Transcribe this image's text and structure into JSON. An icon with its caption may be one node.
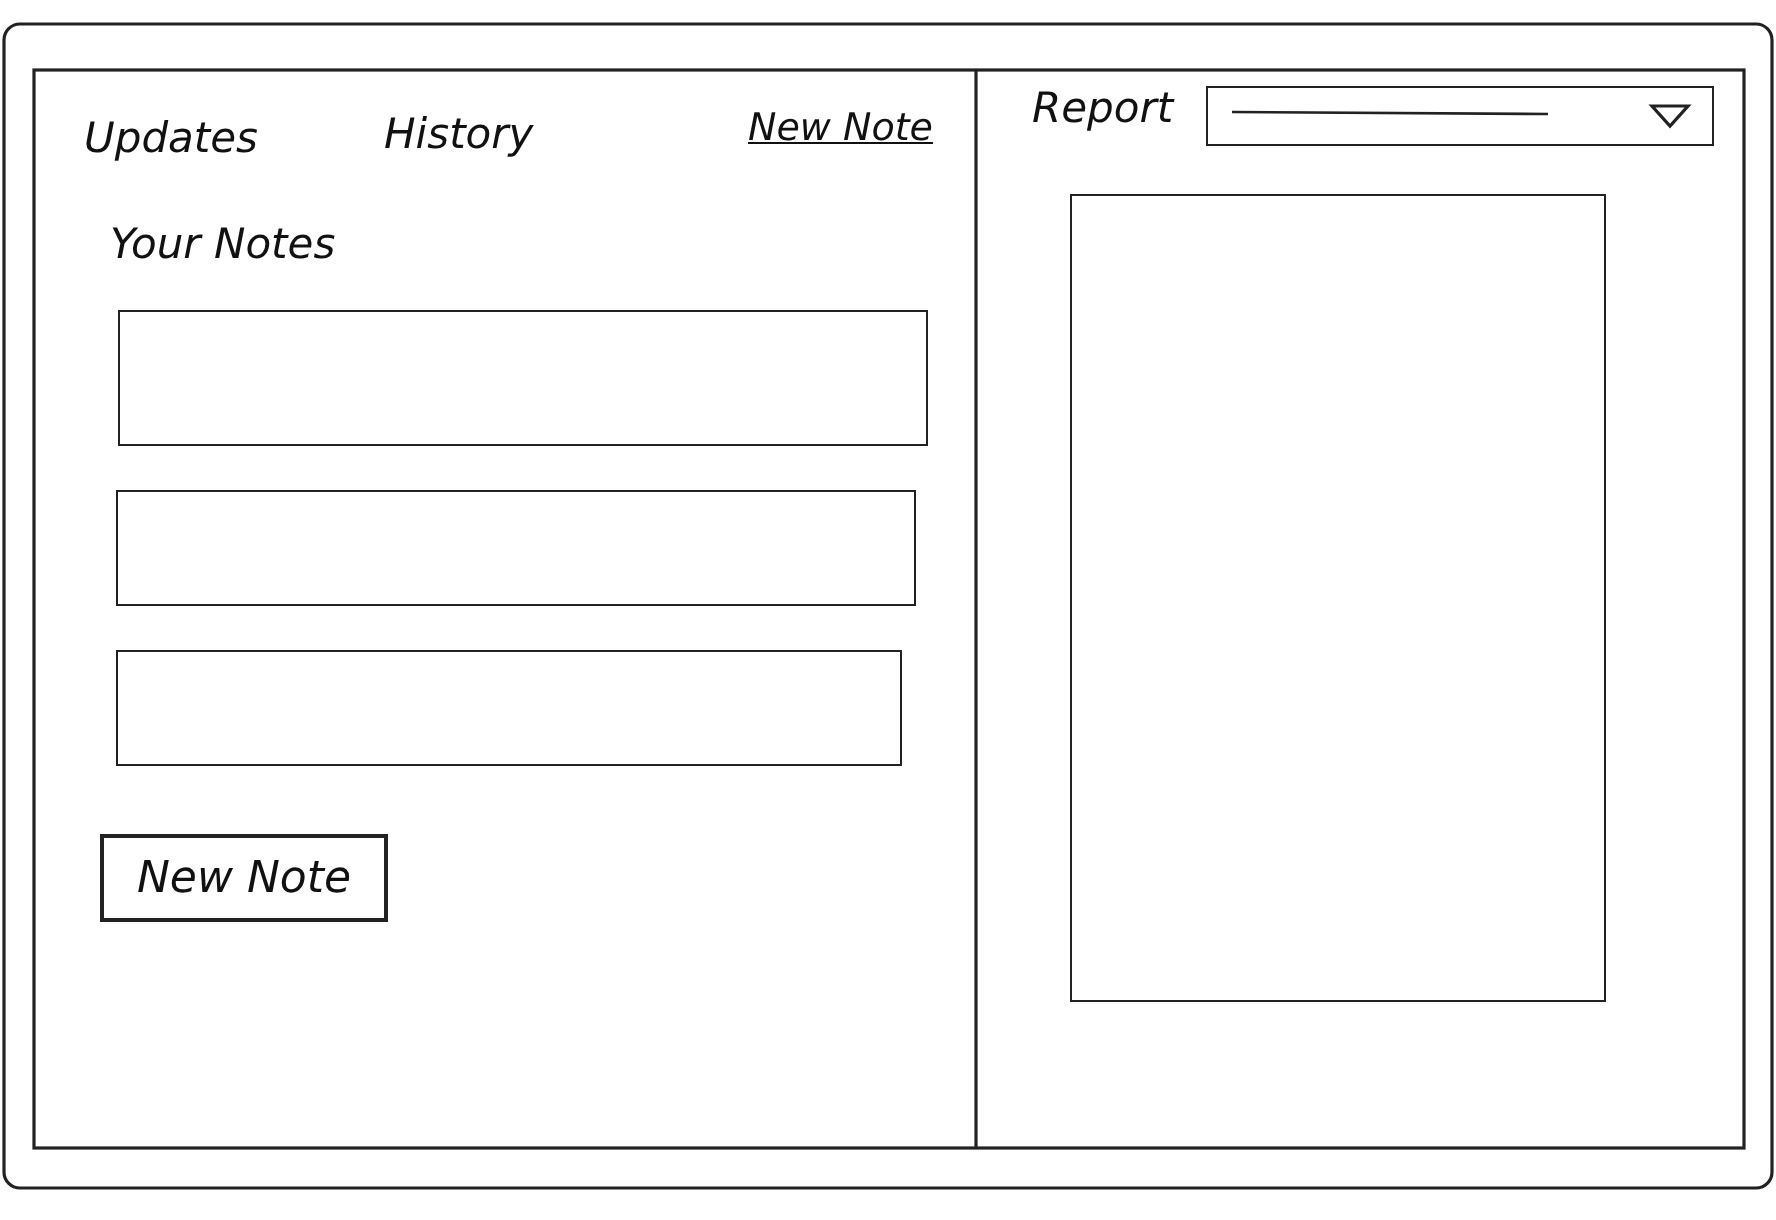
{
  "diagram": {
    "nodes": [
      {
        "text": [],
        "shape": "box"
      },
      {
        "text": [],
        "shape": "box"
      },
      {
        "text": [],
        "shape": "box"
      },
      {
        "text": [
          "New Note"
        ]
      },
      {
        "text": [],
        "shape": "dropdown"
      },
      {
        "text": [],
        "shape": "box"
      }
    ],
    "labels": [
      "Updates",
      "History",
      "New Note",
      "Your Notes",
      "Report"
    ]
  }
}
